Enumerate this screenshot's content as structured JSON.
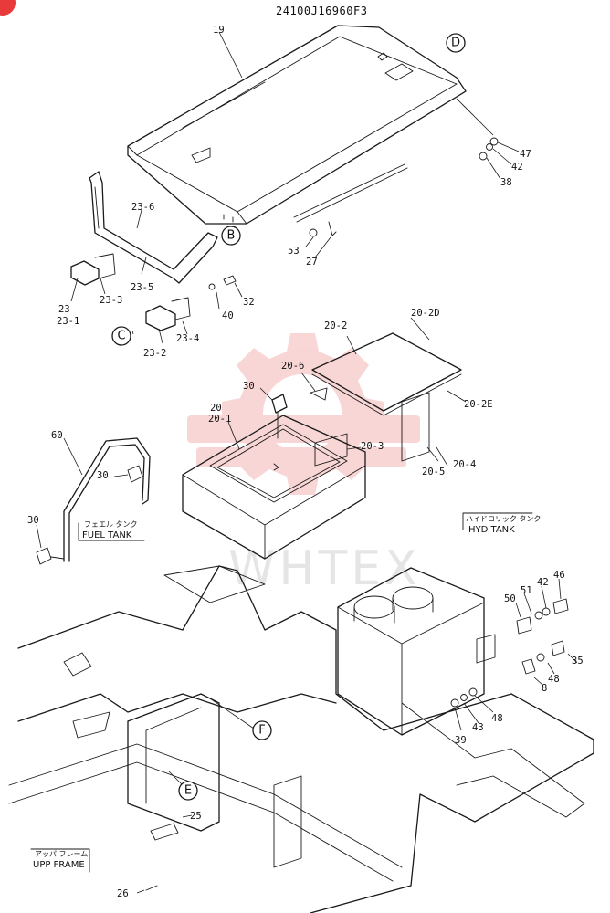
{
  "document_code": "24100J16960F3",
  "corner_badge_color": "#e83a3a",
  "watermark": {
    "text": "WHTEX",
    "gear_color": "#e84a4a"
  },
  "callouts": {
    "D": "D",
    "B": "B",
    "C": "C",
    "F": "F",
    "E": "E"
  },
  "part_labels": {
    "p19": "19",
    "p47": "47",
    "p42a": "42",
    "p38": "38",
    "p53": "53",
    "p27": "27",
    "p23_6": "23-6",
    "p23": "23",
    "p23_1": "23-1",
    "p23_3": "23-3",
    "p23_5": "23-5",
    "p32": "32",
    "p40": "40",
    "p23_2": "23-2",
    "p23_4": "23-4",
    "p20_2": "20-2",
    "p20_2d": "20-2D",
    "p20_6": "20-6",
    "p30a": "30",
    "p20_2e": "20-2E",
    "p20": "20",
    "p20_1": "20-1",
    "p20_3": "20-3",
    "p20_4": "20-4",
    "p20_5": "20-5",
    "p60": "60",
    "p30b": "30",
    "p30c": "30",
    "p50": "50",
    "p51": "51",
    "p42b": "42",
    "p46": "46",
    "p35": "35",
    "p48a": "48",
    "p8": "8",
    "p39": "39",
    "p43": "43",
    "p48b": "48",
    "p25": "25",
    "p26": "26"
  },
  "tank_labels": {
    "fuel_jp": "フェエル タンク",
    "fuel_en": "FUEL TANK",
    "hyd_jp": "ハイドロリック タンク",
    "hyd_en": "HYD TANK",
    "frame_jp": "アッパ フレーム",
    "frame_en": "UPP FRAME"
  }
}
